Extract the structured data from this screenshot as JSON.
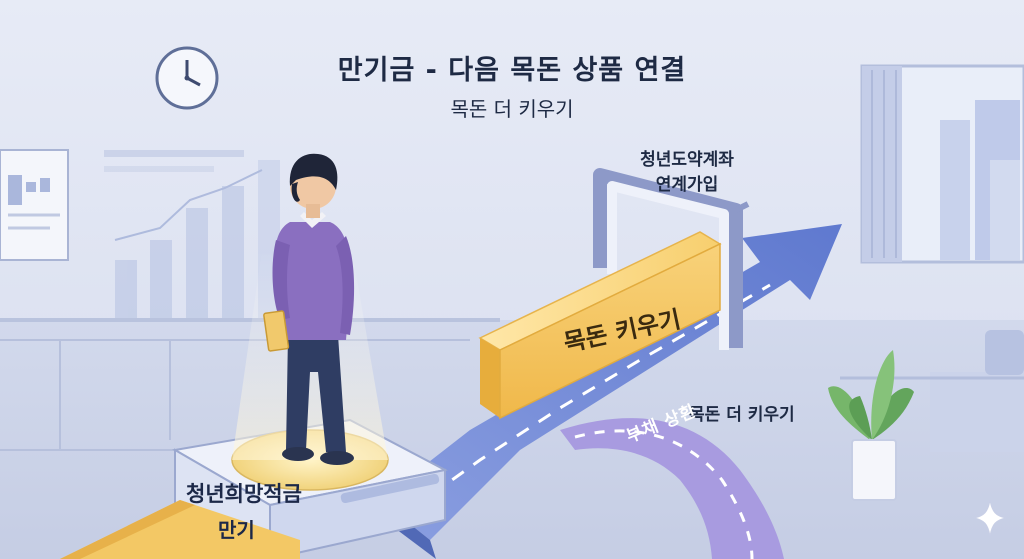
{
  "title": "만기금 - 다음 목돈 상품 연결",
  "subtitle": "목돈 더 키우기",
  "gate_label": [
    "청년도약계좌",
    "연계가입"
  ],
  "bar_label": "목돈 키우기",
  "right_label": "목돈 더 키우기",
  "debt_label": "부채 상환",
  "pedestal_label": "청년희망적금",
  "step_label": "만기",
  "colors": {
    "background": "#dfe5f3",
    "arrow": "#6d86d6",
    "bar": "#f4c35a",
    "debt_path": "#a89be0",
    "sweater": "#8a6fc0",
    "pants": "#2f3d63"
  },
  "icons": [
    "clock-icon",
    "sparkle-icon",
    "plant-icon",
    "chart-board-icon"
  ]
}
